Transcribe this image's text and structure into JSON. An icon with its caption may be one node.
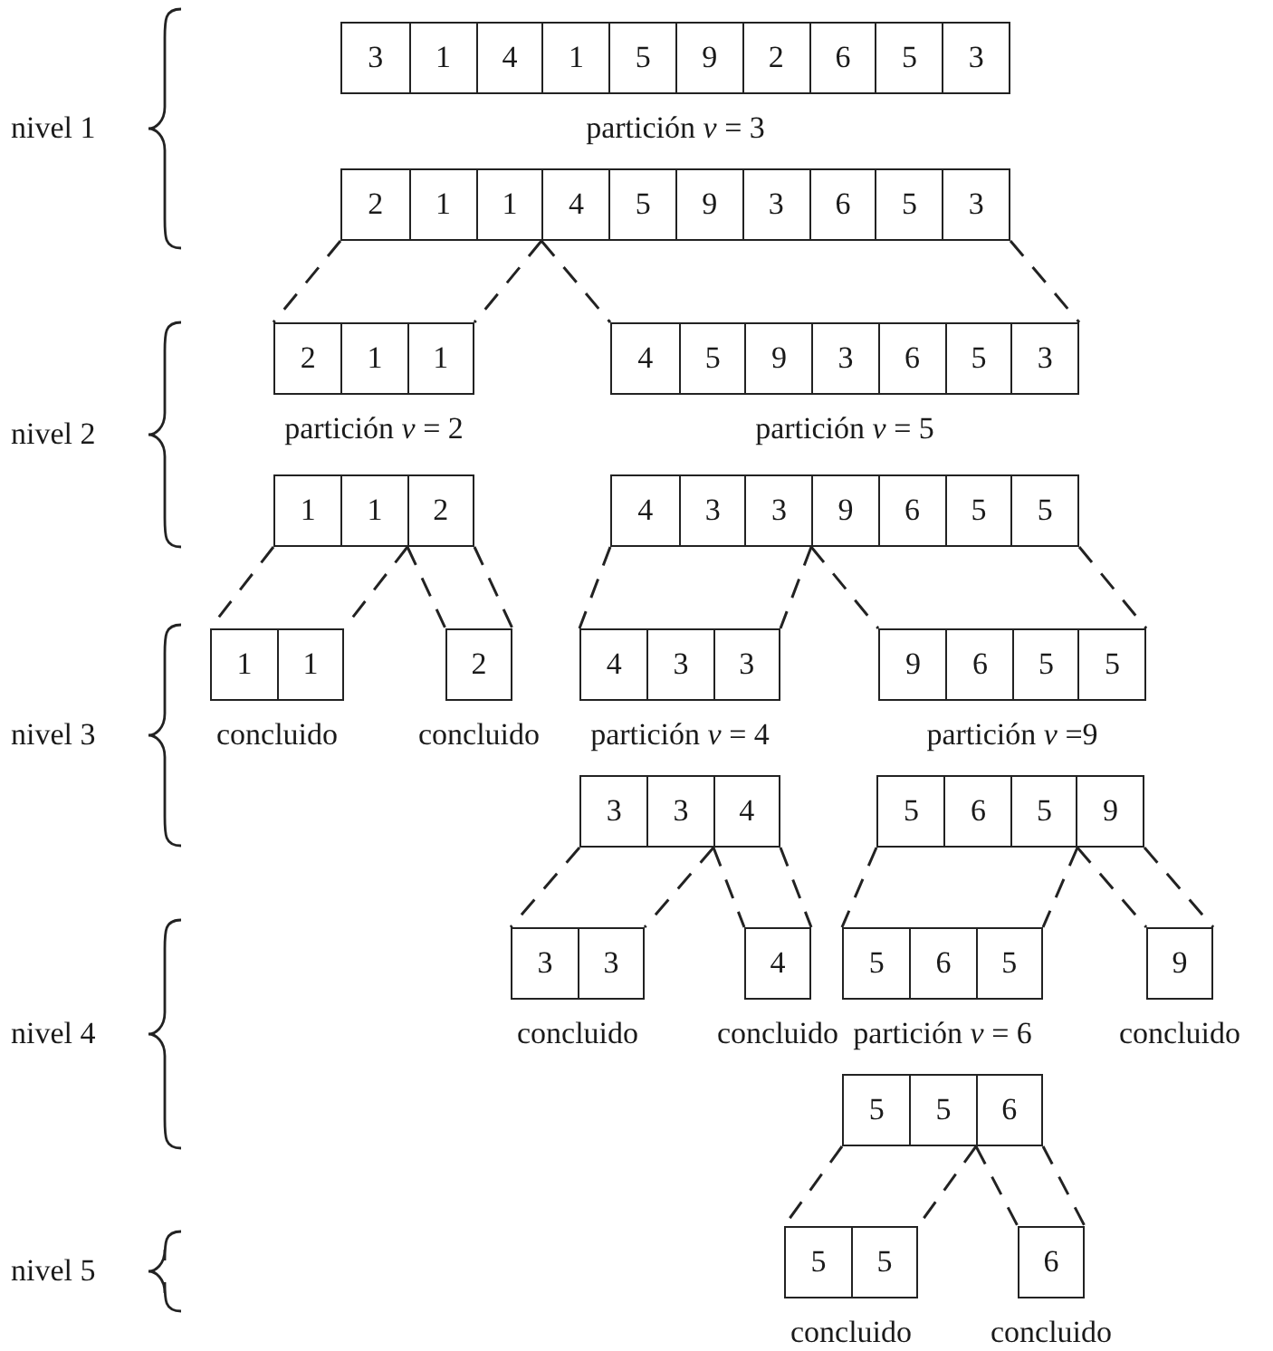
{
  "diagram": {
    "nodes": [
      {
        "text": [
          "3",
          "1",
          "4",
          "1",
          "5",
          "9",
          "2",
          "6",
          "5",
          "3"
        ],
        "beside": [
          "partición *v* = 3"
        ]
      },
      {
        "text": [
          "2",
          "1",
          "1",
          "4",
          "5",
          "9",
          "3",
          "6",
          "5",
          "3"
        ]
      },
      {
        "text": [
          "2",
          "1",
          "1"
        ],
        "beside": [
          "partición *v* = 2"
        ]
      },
      {
        "text": [
          "4",
          "5",
          "9",
          "3",
          "6",
          "5",
          "3"
        ],
        "beside": [
          "partición *v* = 5"
        ]
      },
      {
        "text": [
          "1",
          "1",
          "2"
        ]
      },
      {
        "text": [
          "4",
          "3",
          "3",
          "9",
          "6",
          "5",
          "5"
        ]
      },
      {
        "text": [
          "1",
          "1"
        ],
        "beside": [
          "concluido"
        ]
      },
      {
        "text": [
          "2"
        ],
        "beside": [
          "concluido"
        ]
      },
      {
        "text": [
          "4",
          "3",
          "3"
        ],
        "beside": [
          "partición *v* = 4"
        ]
      },
      {
        "text": [
          "9",
          "6",
          "5",
          "5"
        ],
        "beside": [
          "partición *v* =9"
        ]
      },
      {
        "text": [
          "3",
          "3",
          "4"
        ]
      },
      {
        "text": [
          "5",
          "6",
          "5",
          "9"
        ]
      },
      {
        "text": [
          "3",
          "3"
        ],
        "beside": [
          "concluido"
        ]
      },
      {
        "text": [
          "4"
        ],
        "beside": [
          "concluido"
        ]
      },
      {
        "text": [
          "5",
          "6",
          "5"
        ],
        "beside": [
          "partición *v* = 6"
        ]
      },
      {
        "text": [
          "9"
        ],
        "beside": [
          "concluido"
        ]
      },
      {
        "text": [
          "5",
          "5",
          "6"
        ]
      },
      {
        "text": [
          "5",
          "5"
        ],
        "beside": [
          "concluido"
        ]
      },
      {
        "text": [
          "6"
        ],
        "beside": [
          "concluido"
        ]
      }
    ],
    "edges": [
      {
        "from": 1,
        "to": 2,
        "arrow": "none",
        "style": "dashed"
      },
      {
        "from": 1,
        "to": 2,
        "arrow": "none",
        "style": "dashed"
      },
      {
        "from": 1,
        "to": 3,
        "arrow": "none",
        "style": "dashed"
      },
      {
        "from": 1,
        "to": 3,
        "arrow": "none",
        "style": "dashed"
      },
      {
        "from": 4,
        "to": 6,
        "arrow": "none",
        "style": "dashed"
      },
      {
        "from": 4,
        "to": 6,
        "arrow": "none",
        "style": "dashed"
      },
      {
        "from": 4,
        "to": 7,
        "arrow": "none",
        "style": "dashed"
      },
      {
        "from": 4,
        "to": 7,
        "arrow": "none",
        "style": "dashed"
      },
      {
        "from": 5,
        "to": 8,
        "arrow": "none",
        "style": "dashed"
      },
      {
        "from": 5,
        "to": 8,
        "arrow": "none",
        "style": "dashed"
      },
      {
        "from": 5,
        "to": 9,
        "arrow": "none",
        "style": "dashed"
      },
      {
        "from": 5,
        "to": 9,
        "arrow": "none",
        "style": "dashed"
      },
      {
        "from": 10,
        "to": 12,
        "arrow": "none",
        "style": "dashed"
      },
      {
        "from": 10,
        "to": 12,
        "arrow": "none",
        "style": "dashed"
      },
      {
        "from": 10,
        "to": 13,
        "arrow": "none",
        "style": "dashed"
      },
      {
        "from": 10,
        "to": 13,
        "arrow": "none",
        "style": "dashed"
      },
      {
        "from": 11,
        "to": 14,
        "arrow": "none",
        "style": "dashed"
      },
      {
        "from": 11,
        "to": 14,
        "arrow": "none",
        "style": "dashed"
      },
      {
        "from": 11,
        "to": 15,
        "arrow": "none",
        "style": "dashed"
      },
      {
        "from": 11,
        "to": 15,
        "arrow": "none",
        "style": "dashed"
      },
      {
        "from": 16,
        "to": 17,
        "arrow": "none",
        "style": "dashed"
      },
      {
        "from": 16,
        "to": 17,
        "arrow": "none",
        "style": "dashed"
      },
      {
        "from": 16,
        "to": 18,
        "arrow": "none",
        "style": "dashed"
      },
      {
        "from": 16,
        "to": 18,
        "arrow": "none",
        "style": "dashed"
      }
    ],
    "labels": [
      "nivel 1",
      "nivel 2",
      "nivel 3",
      "nivel 4",
      "nivel 5"
    ]
  }
}
